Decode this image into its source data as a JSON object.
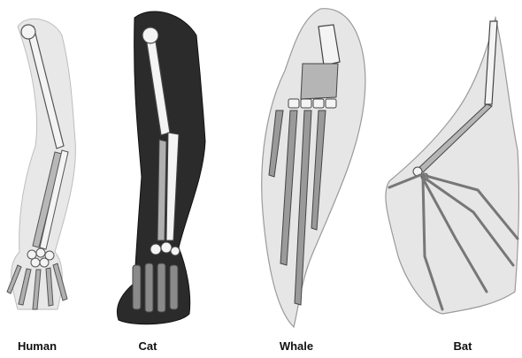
{
  "labels": {
    "human": "Human",
    "cat": "Cat",
    "whale": "Whale",
    "bat": "Bat"
  },
  "colors": {
    "background": "#ffffff",
    "flesh": "#e6e6e6",
    "flesh_outline": "#9a9a9a",
    "bone_light": "#f2f2f2",
    "bone_mid": "#b5b5b5",
    "bone_dark": "#8a8a8a",
    "fur": "#2b2b2b",
    "outline": "#333333"
  }
}
